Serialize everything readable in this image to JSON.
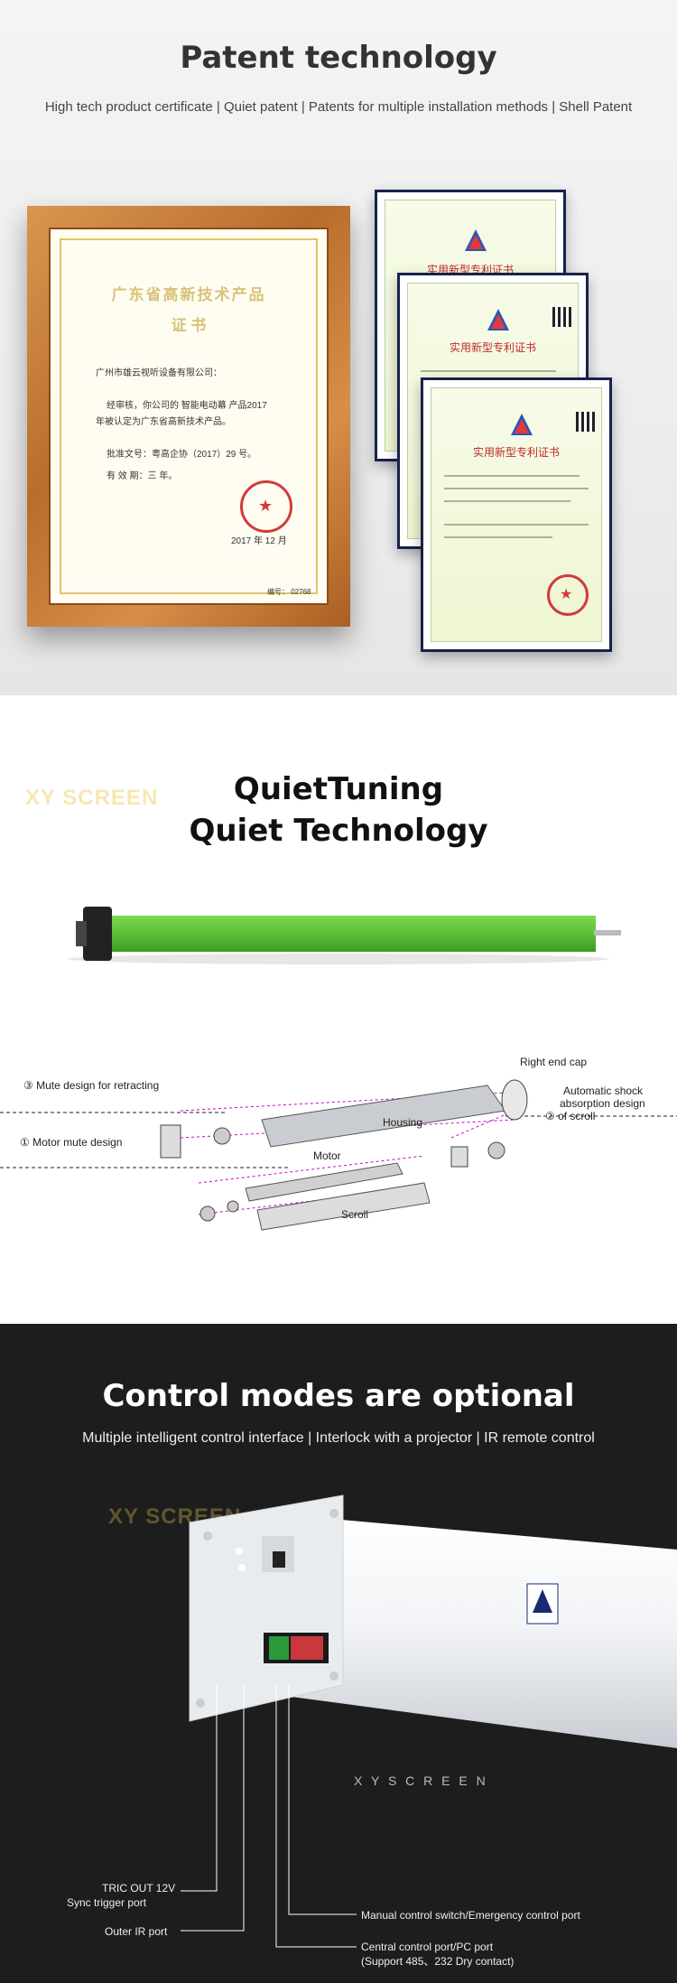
{
  "patent": {
    "title": "Patent technology",
    "subtitle": "High tech product certificate | Quiet patent | Patents for multiple installation methods | Shell Patent",
    "certificate": {
      "title": "广东省高新技术产品",
      "heading": "证 书",
      "company": "广州市雄云视听设备有限公司：",
      "body1": "经审核，你公司的    智能电动幕    产品2017",
      "body2": "年被认定为广东省高新技术产品。",
      "approval": "批准文号：粤高企协（2017）29 号。",
      "validity": "有 效 期：三 年。",
      "date": "2017 年 12 月",
      "number": "编号：  02768"
    },
    "patent_title": "实用新型专利证书"
  },
  "quiet": {
    "watermark": "XY SCREEN",
    "title_line1": "QuietTuning",
    "title_line2": "Quiet Technology",
    "labels": {
      "right_end_cap": "Right end cap",
      "mute_retracting": "③ Mute design for retracting",
      "auto_shock": "Automatic shock",
      "auto_shock2": "absorption design",
      "of_scroll": "② of scroll",
      "housing": "Housing",
      "motor_mute": "① Motor mute design",
      "motor": "Motor",
      "scroll": "Scroll"
    }
  },
  "control": {
    "title": "Control modes are optional",
    "subtitle": "Multiple intelligent control interface | Interlock with a projector | IR remote control",
    "watermark": "XY SCREEN",
    "device_watermark": "X Y  S C R E E N",
    "labels": {
      "tric_out": "TRIC OUT 12V",
      "sync_trigger": "Sync trigger port",
      "outer_ir": "Outer IR port",
      "manual_switch": "Manual control switch/Emergency control port",
      "central_port": "Central control port/PC port",
      "central_support": "(Support 485、232 Dry contact)"
    }
  },
  "colors": {
    "tube_green": "#5fc238",
    "dark_bg": "#1d1d1d",
    "seal_red": "#d23b3b",
    "frame_wood": "#c47a36"
  }
}
